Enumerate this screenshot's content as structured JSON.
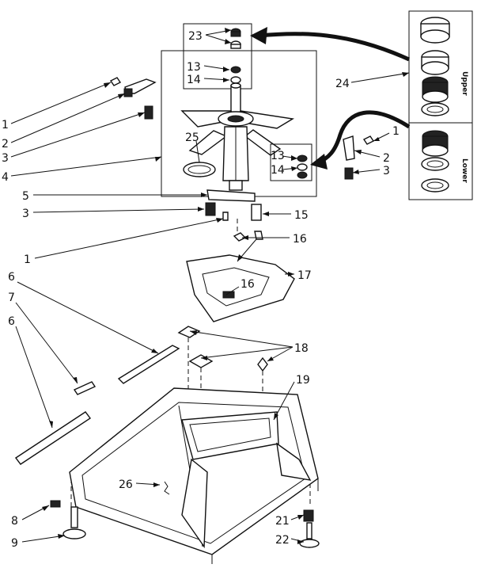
{
  "kit": {
    "upper_label": "Upper",
    "lower_label": "Lower"
  },
  "labels": [
    {
      "id": "l23",
      "text": "23"
    },
    {
      "id": "l13a",
      "text": "13"
    },
    {
      "id": "l14a",
      "text": "14"
    },
    {
      "id": "l24",
      "text": "24"
    },
    {
      "id": "l1a",
      "text": "1"
    },
    {
      "id": "l2a",
      "text": "2"
    },
    {
      "id": "l3a",
      "text": "3"
    },
    {
      "id": "l4",
      "text": "4"
    },
    {
      "id": "l25",
      "text": "25"
    },
    {
      "id": "l13b",
      "text": "13"
    },
    {
      "id": "l14b",
      "text": "14"
    },
    {
      "id": "l1b",
      "text": "1"
    },
    {
      "id": "l2b",
      "text": "2"
    },
    {
      "id": "l3b",
      "text": "3"
    },
    {
      "id": "l5",
      "text": "5"
    },
    {
      "id": "l3c",
      "text": "3"
    },
    {
      "id": "l15",
      "text": "15"
    },
    {
      "id": "l16a",
      "text": "16"
    },
    {
      "id": "l1c",
      "text": "1"
    },
    {
      "id": "l6a",
      "text": "6"
    },
    {
      "id": "l16b",
      "text": "16"
    },
    {
      "id": "l17",
      "text": "17"
    },
    {
      "id": "l7",
      "text": "7"
    },
    {
      "id": "l6b",
      "text": "6"
    },
    {
      "id": "l18",
      "text": "18"
    },
    {
      "id": "l19",
      "text": "19"
    },
    {
      "id": "l26",
      "text": "26"
    },
    {
      "id": "l8",
      "text": "8"
    },
    {
      "id": "l9",
      "text": "9"
    },
    {
      "id": "l21",
      "text": "21"
    },
    {
      "id": "l22",
      "text": "22"
    }
  ]
}
